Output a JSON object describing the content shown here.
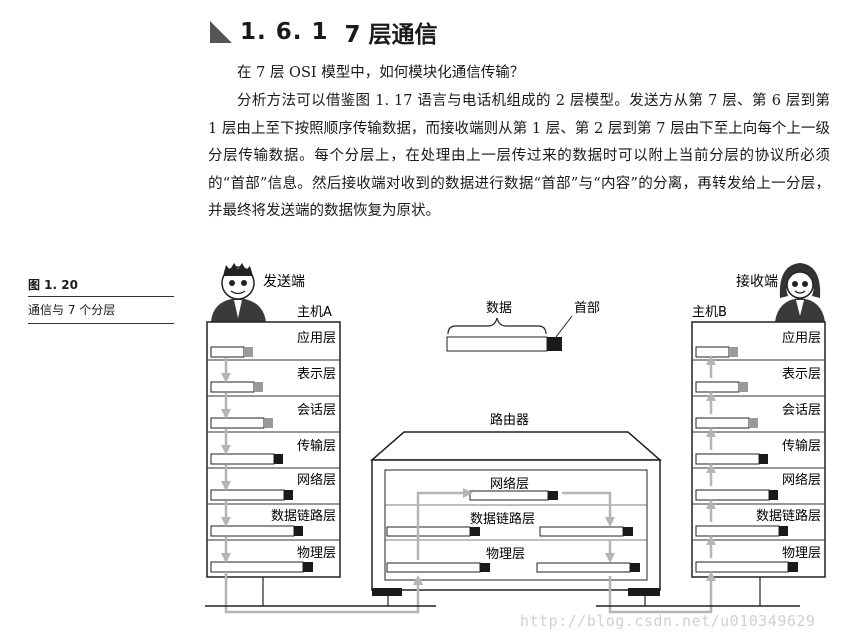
{
  "heading": {
    "number": "1. 6. 1",
    "title": "7 层通信"
  },
  "paragraphs": [
    "在 7 层 OSI 模型中，如何模块化通信传输？",
    "分析方法可以借鉴图 1. 17 语言与电话机组成的 2 层模型。发送方从第 7 层、第 6 层到第 1 层由上至下按照顺序传输数据，而接收端则从第 1 层、第 2 层到第 7 层由下至上向每个上一级分层传输数据。每个分层上，在处理由上一层传过来的数据时可以附上当前分层的协议所必须的“首部”信息。然后接收端对收到的数据进行数据“首部”与“内容”的分离，再转发给上一分层，并最终将发送端的数据恢复为原状。"
  ],
  "figure": {
    "number": "图 1. 20",
    "caption": "通信与 7 个分层",
    "sender_label": "发送端",
    "receiver_label": "接收端",
    "host_a": "主机A",
    "host_b": "主机B",
    "legend_data": "数据",
    "legend_header": "首部",
    "router_label": "路由器",
    "layers": [
      "应用层",
      "表示层",
      "会话层",
      "传输层",
      "网络层",
      "数据链路层",
      "物理层"
    ],
    "router_layers": [
      "网络层",
      "数据链路层",
      "物理层"
    ]
  },
  "watermark": "http://blog.csdn.net/u010349629",
  "colors": {
    "header_dark": "#1a1a1a",
    "header_light": "#9a9a9a",
    "arrow": "#b5b5b5",
    "box_border": "#222222"
  }
}
